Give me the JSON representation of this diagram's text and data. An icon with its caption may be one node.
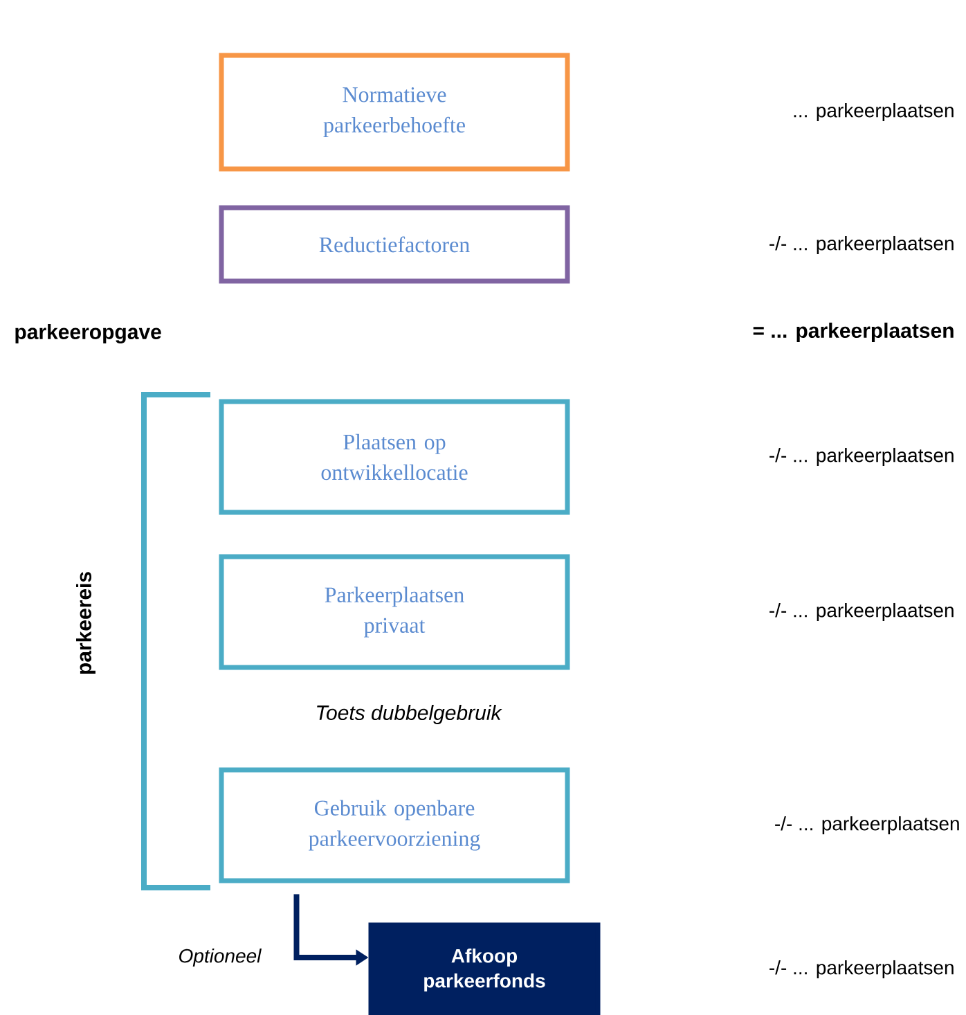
{
  "diagram": {
    "nodes": [
      {
        "text": [
          "Normatieve parkeerbehoefte"
        ]
      },
      {
        "text": [
          "Reductiefactoren"
        ]
      },
      {
        "text": [
          "Plaatsen op ontwikkellocatie"
        ]
      },
      {
        "text": [
          "Parkeerplaatsen privaat"
        ]
      },
      {
        "text": [
          "Gebruik openbare parkeervoorziening"
        ]
      },
      {
        "text": [
          "Afkoop parkeerfonds"
        ]
      }
    ],
    "edges": [
      {
        "from": 4,
        "to": 5,
        "arrow": "to",
        "label": "Optioneel"
      }
    ],
    "labels": [
      "... parkeerplaatsen",
      "-/- ... parkeerplaatsen",
      "parkeeropgave",
      "= ... parkeerplaatsen",
      "-/- ... parkeerplaatsen",
      "parkeereis",
      "-/- ... parkeerplaatsen",
      "Toets dubbelgebruik",
      "-/- ... parkeerplaatsen",
      "-/- ... parkeerplaatsen"
    ]
  }
}
